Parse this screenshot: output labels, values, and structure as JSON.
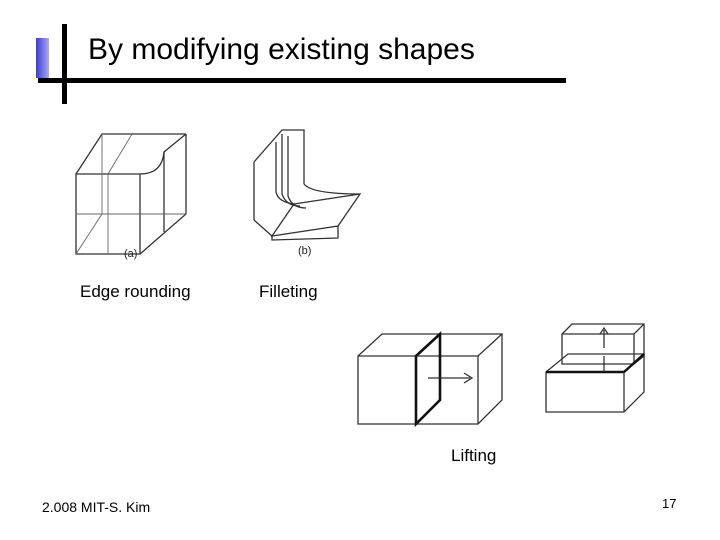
{
  "slide": {
    "title": "By modifying existing shapes",
    "figures": {
      "edge_rounding": {
        "label": "(a)",
        "caption": "Edge rounding"
      },
      "filleting": {
        "label": "(b)",
        "caption": "Filleting"
      },
      "lifting": {
        "caption": "Lifting"
      }
    },
    "footer": {
      "credit": "2.008 MIT-S. Kim",
      "page_number": "17"
    }
  }
}
